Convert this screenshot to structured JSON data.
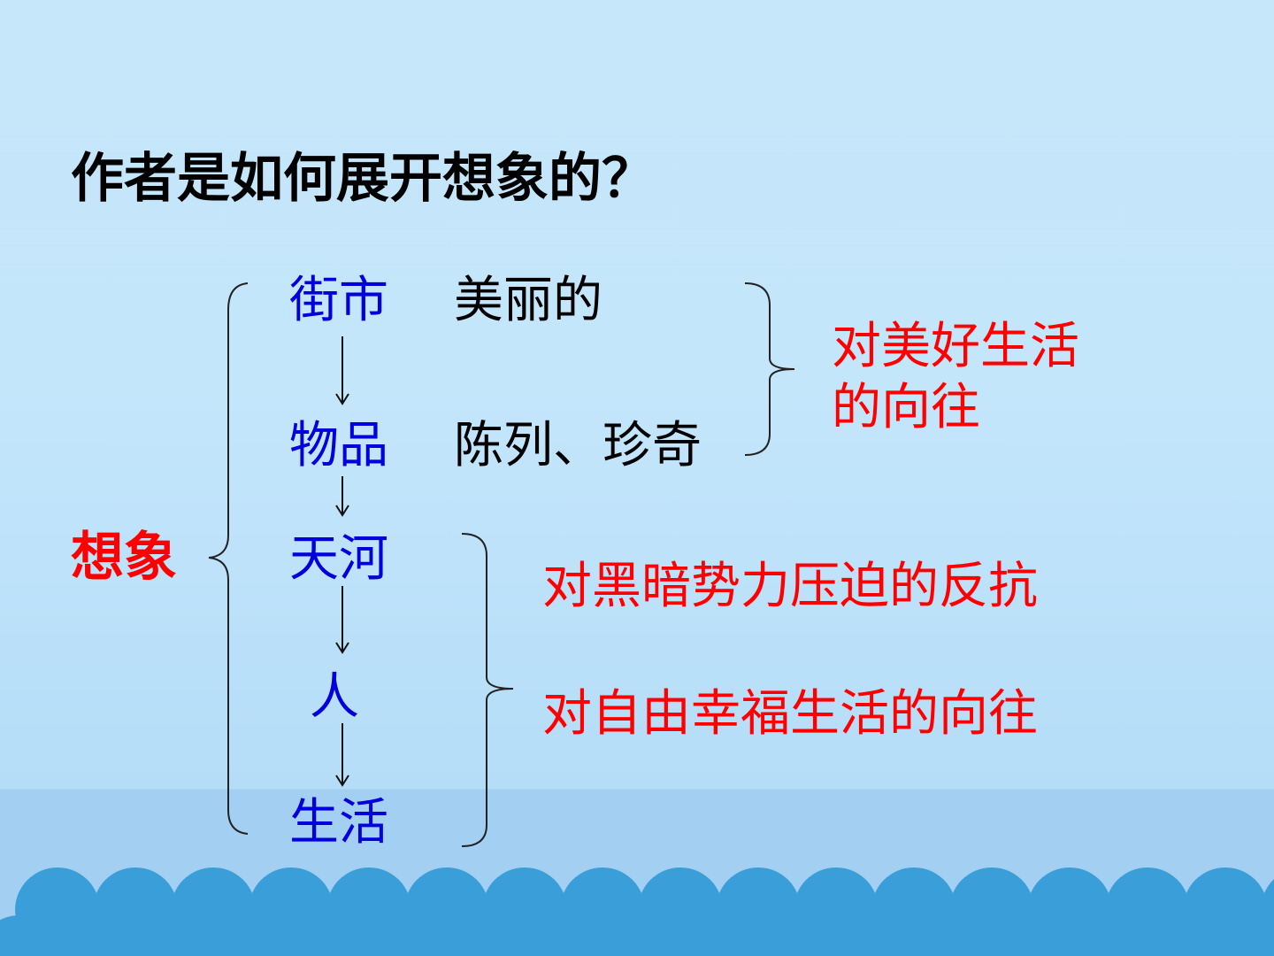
{
  "title": "作者是如何展开想象的？",
  "main_label": "想象",
  "nodes": [
    "街市",
    "物品",
    "天河",
    "人",
    "生活"
  ],
  "descriptions": [
    "美丽的",
    "陈列、珍奇"
  ],
  "meaning_top": [
    "对美好生活",
    "的向往"
  ],
  "meaning_bottom": [
    "对黑暗势力压迫的反抗",
    "对自由幸福生活的向往"
  ],
  "colors": {
    "title": "#000000",
    "main": "#ff0000",
    "node": "#0000dd",
    "meaning": "#ff0000",
    "wave": "#3a9fd8"
  }
}
